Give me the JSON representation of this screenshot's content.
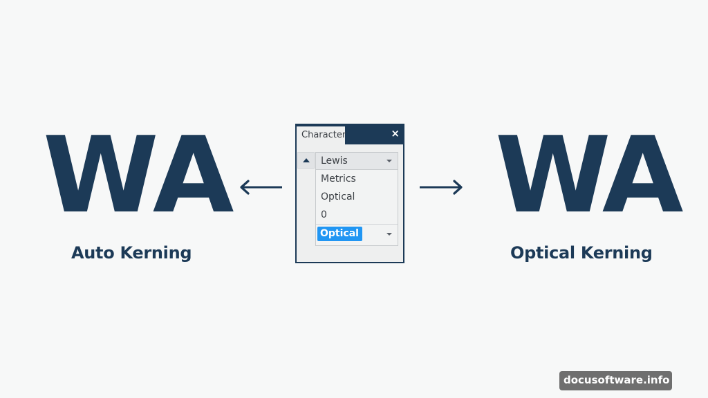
{
  "left_example": {
    "letters": "WA",
    "caption": "Auto Kerning"
  },
  "right_example": {
    "letters": "WA",
    "caption": "Optical Kerning"
  },
  "panel": {
    "tab_title": "Character",
    "close_icon": "×",
    "side_button_icon": "triangle-up-icon",
    "dropdown": {
      "header_value": "Lewis",
      "items": [
        "Metrics",
        "Optical",
        "0"
      ],
      "selected_value": "Optical"
    }
  },
  "arrows": {
    "left": "arrow-left-icon",
    "right": "arrow-right-icon"
  },
  "colors": {
    "primary": "#1c3a57",
    "background": "#f7f8f8",
    "selection": "#2196f3",
    "watermark_bg": "#6f6f6f"
  },
  "watermark": "docusoftware.info"
}
